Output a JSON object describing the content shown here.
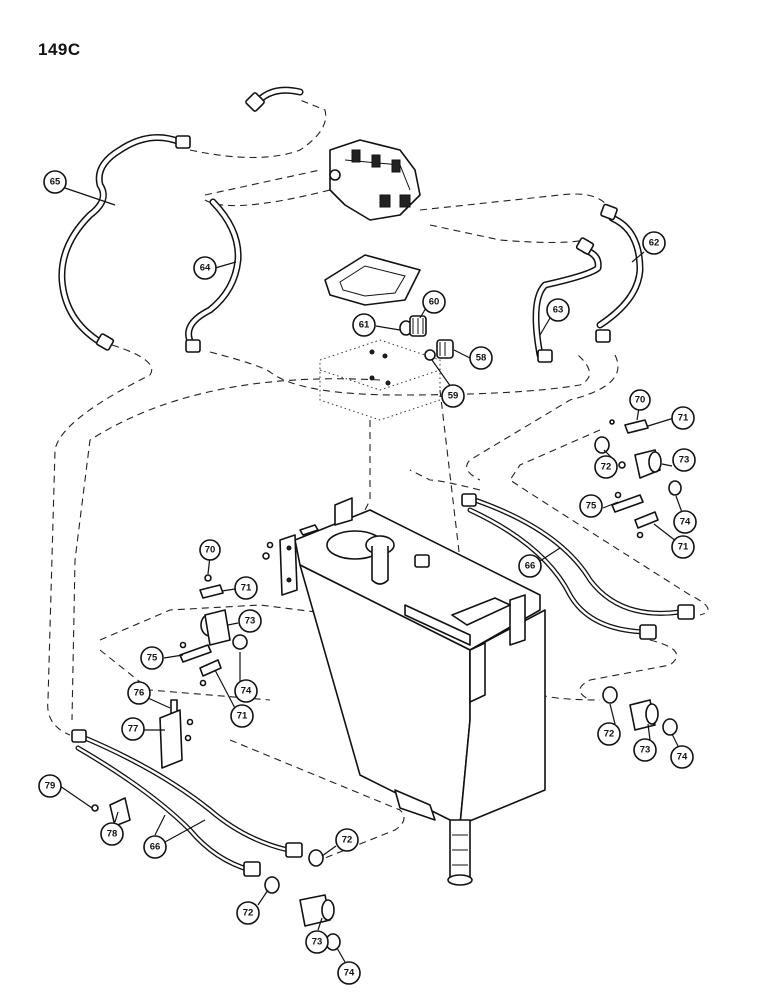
{
  "page": {
    "label": "149C"
  },
  "callouts": [
    {
      "id": "c58",
      "text": "58"
    },
    {
      "id": "c59",
      "text": "59"
    },
    {
      "id": "c60",
      "text": "60"
    },
    {
      "id": "c61",
      "text": "61"
    },
    {
      "id": "c62",
      "text": "62"
    },
    {
      "id": "c63",
      "text": "63"
    },
    {
      "id": "c64",
      "text": "64"
    },
    {
      "id": "c65",
      "text": "65"
    },
    {
      "id": "c66a",
      "text": "66"
    },
    {
      "id": "c66b",
      "text": "66"
    },
    {
      "id": "c70a",
      "text": "70"
    },
    {
      "id": "c71a",
      "text": "71"
    },
    {
      "id": "c72a",
      "text": "72"
    },
    {
      "id": "c73a",
      "text": "73"
    },
    {
      "id": "c75a",
      "text": "75"
    },
    {
      "id": "c74a",
      "text": "74"
    },
    {
      "id": "c71b",
      "text": "71"
    },
    {
      "id": "c70b",
      "text": "70"
    },
    {
      "id": "c71c",
      "text": "71"
    },
    {
      "id": "c73b",
      "text": "73"
    },
    {
      "id": "c75b",
      "text": "75"
    },
    {
      "id": "c74b",
      "text": "74"
    },
    {
      "id": "c71d",
      "text": "71"
    },
    {
      "id": "c76",
      "text": "76"
    },
    {
      "id": "c77",
      "text": "77"
    },
    {
      "id": "c79",
      "text": "79"
    },
    {
      "id": "c78",
      "text": "78"
    },
    {
      "id": "c72b",
      "text": "72"
    },
    {
      "id": "c73c",
      "text": "73"
    },
    {
      "id": "c74c",
      "text": "74"
    },
    {
      "id": "c72c",
      "text": "72"
    },
    {
      "id": "c72d",
      "text": "72"
    },
    {
      "id": "c73d",
      "text": "73"
    },
    {
      "id": "c74d",
      "text": "74"
    }
  ]
}
